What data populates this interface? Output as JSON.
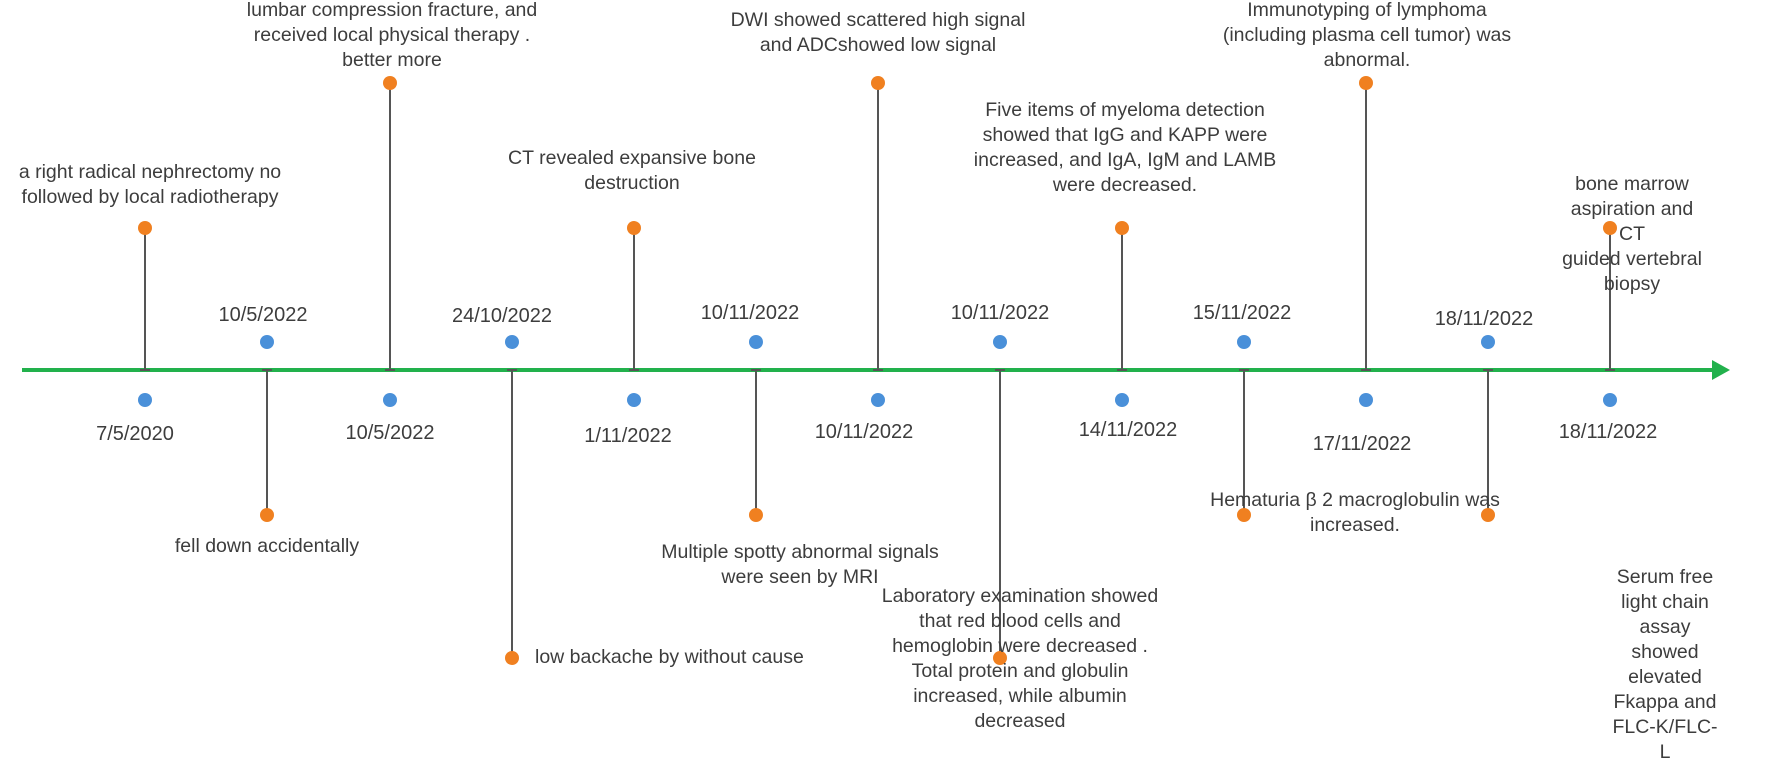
{
  "colors": {
    "axis": "#22b14c",
    "date_dot": "#4a90d9",
    "event_dot": "#f08020",
    "stem": "#555555",
    "text": "#3d3d3d"
  },
  "events": [
    {
      "date": "7/5/2020",
      "event": "a right radical nephrectomy no\nfollowed by local radiotherapy",
      "date_side": "below",
      "event_side": "above"
    },
    {
      "date": "10/5/2022",
      "event": "fell down accidentally",
      "date_side": "above",
      "event_side": "below"
    },
    {
      "date": "10/5/2022",
      "event": "lumbar compression fracture, and\nreceived local physical therapy .\nbetter more",
      "date_side": "below",
      "event_side": "above"
    },
    {
      "date": "24/10/2022",
      "event": "low backache by without cause",
      "date_side": "above",
      "event_side": "below"
    },
    {
      "date": "1/11/2022",
      "event": "CT revealed expansive bone\ndestruction",
      "date_side": "below",
      "event_side": "above"
    },
    {
      "date": "10/11/2022",
      "event": "Multiple spotty abnormal signals\nwere seen by MRI",
      "date_side": "above",
      "event_side": "below"
    },
    {
      "date": "10/11/2022",
      "event": "DWI showed scattered high signal\nand ADCshowed low signal",
      "date_side": "below",
      "event_side": "above"
    },
    {
      "date": "10/11/2022",
      "event": "Laboratory examination showed\nthat red blood cells and\nhemoglobin were decreased .\nTotal protein and globulin\nincreased, while albumin\ndecreased",
      "date_side": "above",
      "event_side": "below"
    },
    {
      "date": "14/11/2022",
      "event": "Five items of myeloma detection\nshowed that IgG and KAPP were\nincreased, and IgA, IgM and LAMB\nwere decreased.",
      "date_side": "below",
      "event_side": "above"
    },
    {
      "date": "15/11/2022",
      "event": "Hematuria β 2 macroglobulin was\nincreased.",
      "date_side": "above",
      "event_side": "below"
    },
    {
      "date": "17/11/2022",
      "event": "Immunotyping of lymphoma\n(including plasma cell tumor) was\nabnormal.",
      "date_side": "below",
      "event_side": "above"
    },
    {
      "date": "18/11/2022",
      "event": "Serum free light chain assay\nshowed elevated Fkappa and\nFLC-K/FLC-L",
      "date_side": "above",
      "event_side": "below"
    },
    {
      "date": "18/11/2022",
      "event": "bone marrow aspiration  and CT\nguided vertebral biopsy",
      "date_side": "below",
      "event_side": "above"
    }
  ]
}
